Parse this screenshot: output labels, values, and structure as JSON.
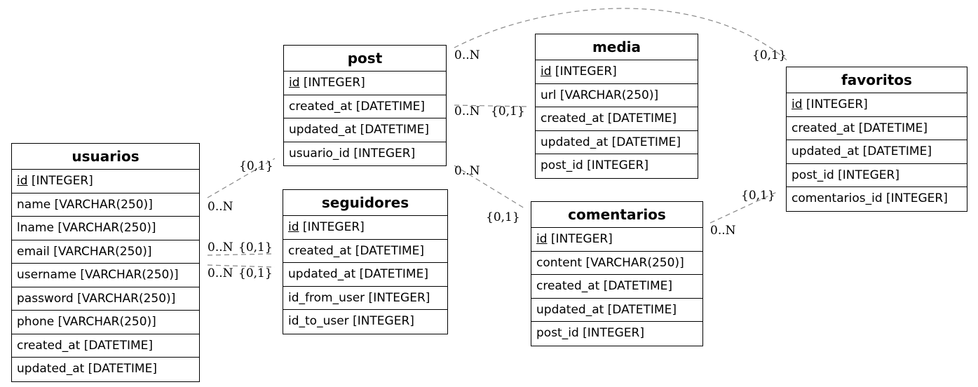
{
  "entities": [
    {
      "id": "usuarios",
      "title": "usuarios",
      "attrs": [
        {
          "pk": "id",
          "rest": " [INTEGER]"
        },
        {
          "pk": "",
          "rest": "name [VARCHAR(250)]"
        },
        {
          "pk": "",
          "rest": "lname [VARCHAR(250)]"
        },
        {
          "pk": "",
          "rest": "email [VARCHAR(250)]"
        },
        {
          "pk": "",
          "rest": "username [VARCHAR(250)]"
        },
        {
          "pk": "",
          "rest": "password [VARCHAR(250)]"
        },
        {
          "pk": "",
          "rest": "phone [VARCHAR(250)]"
        },
        {
          "pk": "",
          "rest": "created_at [DATETIME]"
        },
        {
          "pk": "",
          "rest": "updated_at [DATETIME]"
        }
      ]
    },
    {
      "id": "post",
      "title": "post",
      "attrs": [
        {
          "pk": "id",
          "rest": " [INTEGER]"
        },
        {
          "pk": "",
          "rest": "created_at [DATETIME]"
        },
        {
          "pk": "",
          "rest": "updated_at [DATETIME]"
        },
        {
          "pk": "",
          "rest": "usuario_id [INTEGER]"
        }
      ]
    },
    {
      "id": "seguidores",
      "title": "seguidores",
      "attrs": [
        {
          "pk": "id",
          "rest": " [INTEGER]"
        },
        {
          "pk": "",
          "rest": "created_at [DATETIME]"
        },
        {
          "pk": "",
          "rest": "updated_at [DATETIME]"
        },
        {
          "pk": "",
          "rest": "id_from_user [INTEGER]"
        },
        {
          "pk": "",
          "rest": "id_to_user [INTEGER]"
        }
      ]
    },
    {
      "id": "media",
      "title": "media",
      "attrs": [
        {
          "pk": "id",
          "rest": " [INTEGER]"
        },
        {
          "pk": "",
          "rest": "url [VARCHAR(250)]"
        },
        {
          "pk": "",
          "rest": "created_at [DATETIME]"
        },
        {
          "pk": "",
          "rest": "updated_at [DATETIME]"
        },
        {
          "pk": "",
          "rest": "post_id [INTEGER]"
        }
      ]
    },
    {
      "id": "comentarios",
      "title": "comentarios",
      "attrs": [
        {
          "pk": "id",
          "rest": " [INTEGER]"
        },
        {
          "pk": "",
          "rest": "content [VARCHAR(250)]"
        },
        {
          "pk": "",
          "rest": "created_at [DATETIME]"
        },
        {
          "pk": "",
          "rest": "updated_at [DATETIME]"
        },
        {
          "pk": "",
          "rest": "post_id [INTEGER]"
        }
      ]
    },
    {
      "id": "favoritos",
      "title": "favoritos",
      "attrs": [
        {
          "pk": "id",
          "rest": " [INTEGER]"
        },
        {
          "pk": "",
          "rest": "created_at [DATETIME]"
        },
        {
          "pk": "",
          "rest": "updated_at [DATETIME]"
        },
        {
          "pk": "",
          "rest": "post_id [INTEGER]"
        },
        {
          "pk": "",
          "rest": "comentarios_id [INTEGER]"
        }
      ]
    }
  ],
  "relationships": [
    {
      "id": "usuarios-post",
      "from": "usuarios",
      "to": "post",
      "from_card": "0..N",
      "to_card": "{0,1}"
    },
    {
      "id": "usuarios-seguidores-1",
      "from": "usuarios",
      "to": "seguidores",
      "from_card": "0..N",
      "to_card": "{0,1}"
    },
    {
      "id": "usuarios-seguidores-2",
      "from": "usuarios",
      "to": "seguidores",
      "from_card": "0..N",
      "to_card": "{0,1}"
    },
    {
      "id": "post-media",
      "from": "post",
      "to": "media",
      "from_card": "0..N",
      "to_card": "{0,1}"
    },
    {
      "id": "post-comentarios",
      "from": "post",
      "to": "comentarios",
      "from_card": "0..N",
      "to_card": "{0,1}"
    },
    {
      "id": "post-favoritos",
      "from": "post",
      "to": "favoritos",
      "from_card": "0..N",
      "to_card": "{0,1}"
    },
    {
      "id": "comentarios-favoritos",
      "from": "comentarios",
      "to": "favoritos",
      "from_card": "0..N",
      "to_card": "{0,1}"
    }
  ],
  "colors": {
    "line": "#888888",
    "border": "#000000",
    "text": "#000000"
  }
}
